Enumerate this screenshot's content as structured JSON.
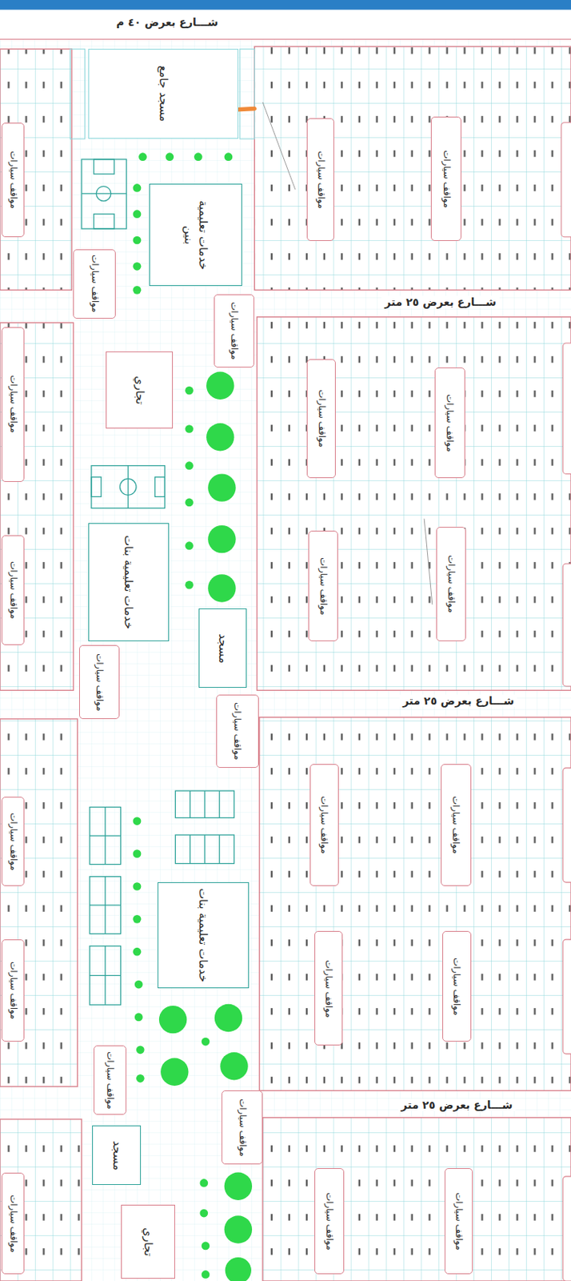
{
  "diagram": {
    "nodes": [
      {
        "text": [
          "مسجد جامع"
        ]
      },
      {
        "text": [
          "مواقف سيارات"
        ]
      },
      {
        "text": [
          "مواقف سيارات"
        ]
      },
      {
        "text": [
          "مواقف سيارات"
        ]
      },
      {
        "text": [
          "خدمات تعليمية بنين"
        ]
      },
      {
        "text": [
          "مواقف سيارات"
        ]
      },
      {
        "text": [
          "مواقف سيارات"
        ]
      },
      {
        "text": [
          "مواقف سيارات"
        ]
      },
      {
        "text": [
          "تجاري"
        ]
      },
      {
        "text": [
          "مواقف سيارات"
        ]
      },
      {
        "text": [
          "مواقف سيارات"
        ]
      },
      {
        "text": [
          "خدمات تعليمية بنات"
        ]
      },
      {
        "text": [
          "مواقف سيارات"
        ]
      },
      {
        "text": [
          "مواقف سيارات"
        ]
      },
      {
        "text": [
          "مواقف سيارات"
        ]
      },
      {
        "text": [
          "مسجد"
        ]
      },
      {
        "text": [
          "مواقف سيارات"
        ]
      },
      {
        "text": [
          "مواقف سيارات"
        ]
      },
      {
        "text": [
          "مواقف سيارات"
        ]
      },
      {
        "text": [
          "مواقف سيارات"
        ]
      },
      {
        "text": [
          "مواقف سيارات"
        ]
      },
      {
        "text": [
          "خدمات تعليمية بنات"
        ]
      },
      {
        "text": [
          "مواقف سيارات"
        ]
      },
      {
        "text": [
          "مواقف سيارات"
        ]
      },
      {
        "text": [
          "مواقف سيارات"
        ]
      },
      {
        "text": [
          "مواقف سيارات"
        ]
      },
      {
        "text": [
          "مواقف سيارات"
        ]
      },
      {
        "text": [
          "مسجد"
        ]
      },
      {
        "text": [
          "مواقف سيارات"
        ]
      },
      {
        "text": [
          "مواقف سيارات"
        ]
      },
      {
        "text": [
          "مواقف سيارات"
        ]
      },
      {
        "text": [
          "تجاري"
        ]
      }
    ],
    "labels": [
      "شـــارع بعرض ٤٠ م",
      "شـــارع بعرض ٢٥ متر",
      "شـــارع بعرض ٢٥ متر",
      "شـــارع بعرض ٢٥ متر"
    ]
  }
}
